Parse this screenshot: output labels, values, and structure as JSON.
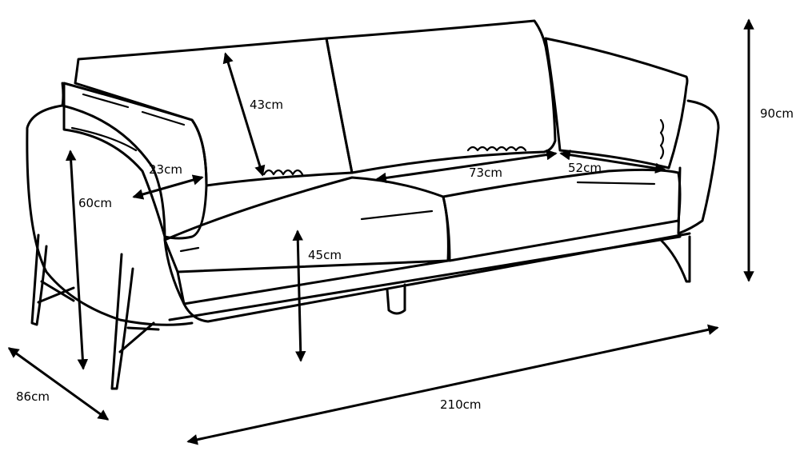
{
  "dimensions": {
    "total_height": "90cm",
    "total_width": "210cm",
    "depth": "86cm",
    "arm_height": "60cm",
    "seat_height": "45cm",
    "back_cushion_height": "43cm",
    "arm_width": "23cm",
    "seat_width": "73cm",
    "seat_depth": "52cm"
  }
}
